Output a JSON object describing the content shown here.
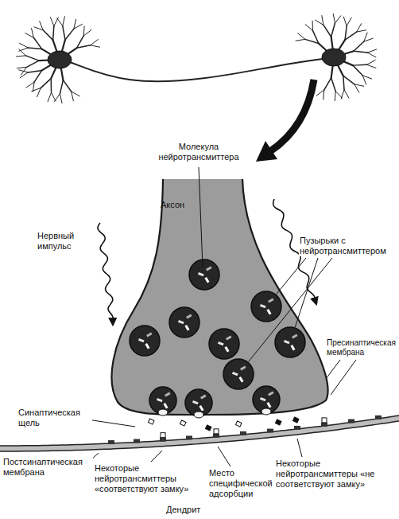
{
  "diagram": {
    "nodes": [
      {
        "text": [
          "Аксон"
        ]
      }
    ],
    "labels": [
      "Молекула нейротрансмиттера",
      "Нервный импульс",
      "Пузырьки с нейротрансмиттером",
      "Пресинаптическая мембрана",
      "Синаптическая щель",
      "Постсинаптическая мембрана",
      "Некоторые нейротрансмиттеры «соответствуют замку»",
      "Место специфической адсорбции",
      "Некоторые нейротрансмиттеры «не соответствуют замку»",
      "Дендрит"
    ]
  }
}
